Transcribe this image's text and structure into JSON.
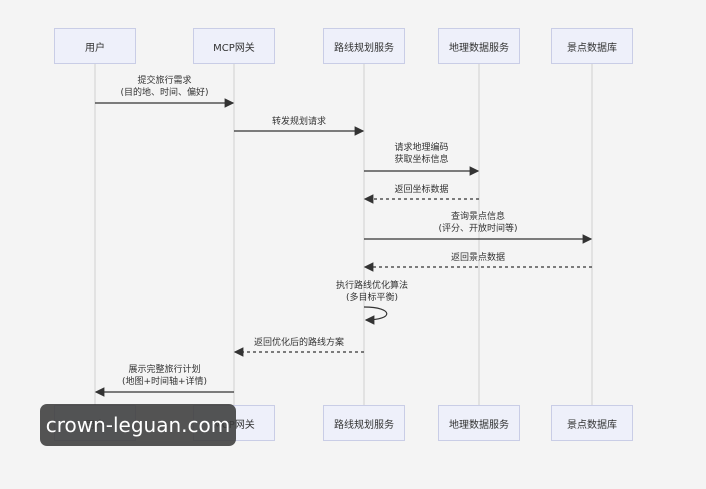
{
  "participants": [
    "用户",
    "MCP网关",
    "路线规划服务",
    "地理数据服务",
    "景点数据库"
  ],
  "messages": [
    {
      "from": 0,
      "to": 1,
      "type": "solid",
      "text": [
        "提交旅行需求",
        "(目的地、时间、偏好)"
      ]
    },
    {
      "from": 1,
      "to": 2,
      "type": "solid",
      "text": [
        "转发规划请求"
      ]
    },
    {
      "from": 2,
      "to": 3,
      "type": "solid",
      "text": [
        "请求地理编码",
        "获取坐标信息"
      ]
    },
    {
      "from": 3,
      "to": 2,
      "type": "dashed",
      "text": [
        "返回坐标数据"
      ]
    },
    {
      "from": 2,
      "to": 4,
      "type": "solid",
      "text": [
        "查询景点信息",
        "(评分、开放时间等)"
      ]
    },
    {
      "from": 4,
      "to": 2,
      "type": "dashed",
      "text": [
        "返回景点数据"
      ]
    },
    {
      "from": 2,
      "to": 2,
      "type": "self",
      "text": [
        "执行路线优化算法",
        "(多目标平衡)"
      ]
    },
    {
      "from": 2,
      "to": 1,
      "type": "dashed",
      "text": [
        "返回优化后的路线方案"
      ]
    },
    {
      "from": 1,
      "to": 0,
      "type": "solid",
      "text": [
        "展示完整旅行计划",
        "(地图+时间轴+详情)"
      ]
    }
  ],
  "watermark": "crown-leguan.com"
}
